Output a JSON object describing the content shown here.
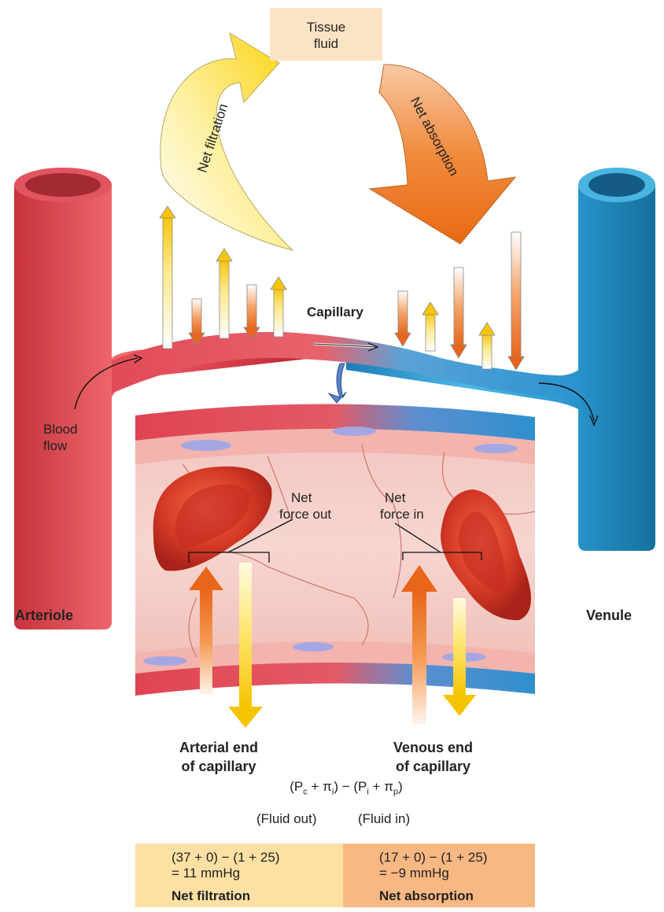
{
  "tissue_fluid": [
    "Tissue",
    "fluid"
  ],
  "arrows": {
    "net_filtration": "Net filtration",
    "net_absorption": "Net absorption"
  },
  "labels": {
    "capillary": "Capillary",
    "blood_flow": [
      "Blood",
      "flow"
    ],
    "arteriole": "Arteriole",
    "venule": "Venule",
    "net_force_out": [
      "Net",
      "force out"
    ],
    "net_force_in": [
      "Net",
      "force in"
    ],
    "arterial_end": [
      "Arterial end",
      "of capillary"
    ],
    "venous_end": [
      "Venous end",
      "of capillary"
    ]
  },
  "formula": {
    "open1": "(P",
    "sub_c": "c",
    "plus1": " + π",
    "sub_i1": "i",
    "close_minus": ")  −  (P",
    "sub_i2": "i",
    "plus2": " + π",
    "sub_p": "p",
    "close": ")"
  },
  "fluid_out": "(Fluid out)",
  "fluid_in": "(Fluid in)",
  "panels": {
    "filtration": {
      "expr": "(37 + 0)  −  (1 + 25)",
      "result": "= 11 mmHg",
      "label": "Net filtration",
      "color": "#fde0a3"
    },
    "absorption": {
      "expr": "(17 + 0)  −  (1 + 25)",
      "result": "= −9 mmHg",
      "label": "Net absorption",
      "color": "#f8b883"
    }
  },
  "colors": {
    "arteriole": "#e8525c",
    "venule": "#2e9fd4",
    "filtration_arrow": "#fbd30f",
    "absorption_arrow": "#ef7a22",
    "tissue": "#fde3c5"
  }
}
